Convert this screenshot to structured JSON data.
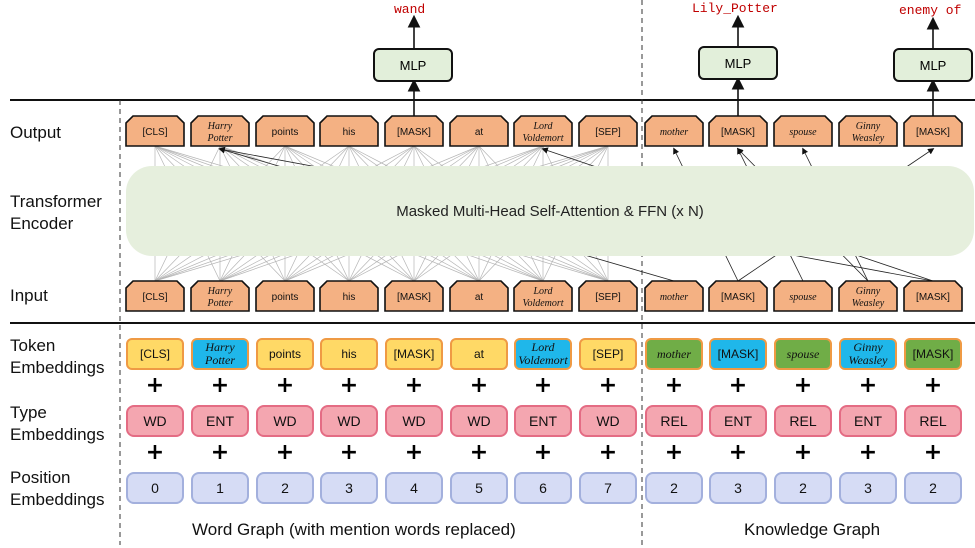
{
  "row_labels": {
    "output": "Output",
    "encoder": "Transformer\nEncoder",
    "input": "Input",
    "token": "Token\nEmbeddings",
    "type": "Type\nEmbeddings",
    "position": "Position\nEmbeddings"
  },
  "encoder_text": "Masked Multi-Head Self-Attention & FFN (x N)",
  "mlp_label": "MLP",
  "predictions": [
    "wand",
    "Lily_Potter",
    "enemy of"
  ],
  "tokens": [
    {
      "text": "[CLS]",
      "kind": "word",
      "italic": false,
      "type": "WD",
      "position": "0"
    },
    {
      "text": "Harry\nPotter",
      "kind": "ent",
      "italic": true,
      "type": "ENT",
      "position": "1"
    },
    {
      "text": "points",
      "kind": "word",
      "italic": false,
      "type": "WD",
      "position": "2"
    },
    {
      "text": "his",
      "kind": "word",
      "italic": false,
      "type": "WD",
      "position": "3"
    },
    {
      "text": "[MASK]",
      "kind": "word",
      "italic": false,
      "type": "WD",
      "position": "4"
    },
    {
      "text": "at",
      "kind": "word",
      "italic": false,
      "type": "WD",
      "position": "5"
    },
    {
      "text": "Lord\nVoldemort",
      "kind": "ent",
      "italic": true,
      "type": "ENT",
      "position": "6"
    },
    {
      "text": "[SEP]",
      "kind": "word",
      "italic": false,
      "type": "WD",
      "position": "7"
    },
    {
      "text": "mother",
      "kind": "rel",
      "italic": true,
      "type": "REL",
      "position": "2"
    },
    {
      "text": "[MASK]",
      "kind": "ent",
      "italic": false,
      "type": "ENT",
      "position": "3"
    },
    {
      "text": "spouse",
      "kind": "rel",
      "italic": true,
      "type": "REL",
      "position": "2"
    },
    {
      "text": "Ginny\nWeasley",
      "kind": "ent",
      "italic": true,
      "type": "ENT",
      "position": "3"
    },
    {
      "text": "[MASK]",
      "kind": "rel",
      "italic": false,
      "type": "REL",
      "position": "2"
    }
  ],
  "section_labels": {
    "word_graph": "Word Graph (with mention words replaced)",
    "knowledge_graph": "Knowledge Graph"
  },
  "colors": {
    "hex_fill": "#f4b183",
    "hex_stroke": "#111111",
    "word_token": "#ffd966",
    "entity_token": "#1fb7ea",
    "relation_token": "#70ad47",
    "type_fill": "#f4a6b0",
    "position_fill": "#d6dcf5",
    "prediction_text": "#c00000"
  }
}
